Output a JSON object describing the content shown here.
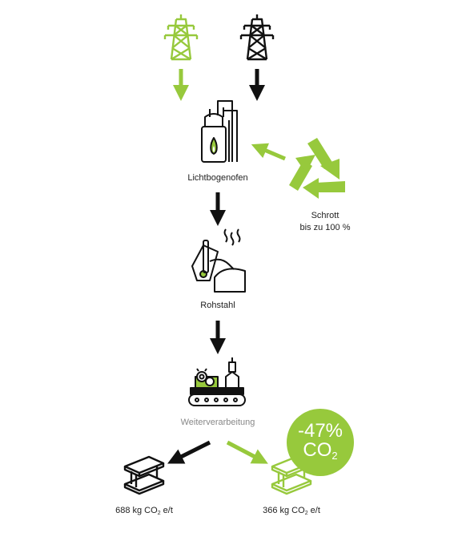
{
  "colors": {
    "green": "#97c93c",
    "black": "#111111",
    "grey_text": "#888888"
  },
  "icons": {
    "green_power": "green-power-pylon-icon",
    "grid_power": "power-pylon-icon",
    "furnace": "electric-arc-furnace-icon",
    "recycling": "recycling-icon",
    "crude_steel": "crude-steel-ladle-icon",
    "processing": "conveyor-processing-icon",
    "beam_black": "steel-beam-icon",
    "beam_green": "green-steel-beam-icon"
  },
  "labels": {
    "furnace": "Lichtbogenofen",
    "scrap_line1": "Schrott",
    "scrap_line2": "bis zu 100 %",
    "crude_steel": "Rohstahl",
    "processing": "Weiterverarbeitung",
    "emission_conventional_prefix": "688 kg CO",
    "emission_conventional_suffix": " e/t",
    "emission_green_prefix": "366 kg CO",
    "emission_green_suffix": " e/t",
    "subscript_2": "2"
  },
  "badge": {
    "percent": "-47%",
    "co2": "CO",
    "sub": "2"
  }
}
